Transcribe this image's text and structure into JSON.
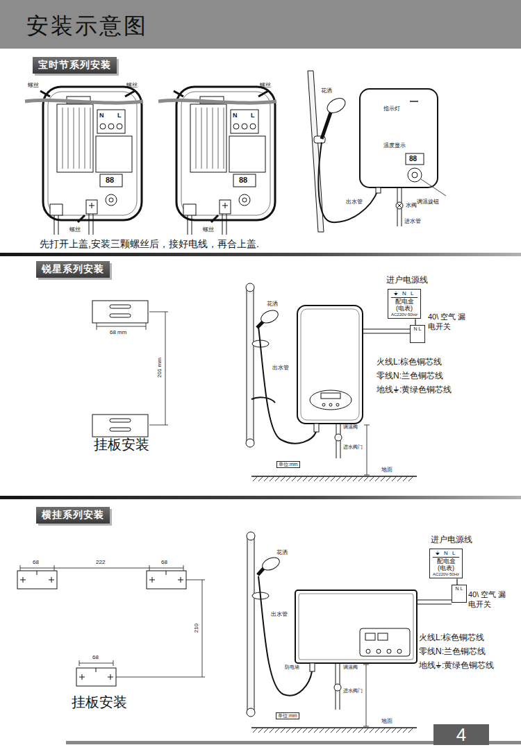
{
  "diagram": {
    "title": "安装示意图",
    "nodes": [
      {
        "text": [
          "宝时节系列安装"
        ]
      },
      {
        "text": [
          "锐星系列安装"
        ]
      },
      {
        "text": [
          "⏚ N L",
          "配电盒",
          "(电表)",
          "AC220V-50Hz"
        ]
      },
      {
        "text": [
          "N L"
        ]
      },
      {
        "text": [
          "横挂系列安装"
        ]
      },
      {
        "text": [
          "⏚ N L",
          "配电盒",
          "(电表)",
          "AC220V-50Hz"
        ]
      },
      {
        "text": [
          "N L"
        ]
      },
      {
        "text": [
          "4"
        ]
      }
    ],
    "edges": [
      {
        "from": 2,
        "to": 3,
        "arrow": "none"
      },
      {
        "from": 5,
        "to": 6,
        "arrow": "none"
      }
    ],
    "labels": [
      "螺丝",
      "螺丝",
      "N",
      "L",
      "88",
      "螺丝",
      "螺丝",
      "N",
      "L",
      "88",
      "螺丝",
      "花洒",
      "指示灯",
      "温度显示",
      "88",
      "调温旋钮",
      "出水管",
      "水阀",
      "进水管",
      "先打开上盖,安装三颗螺丝后，接好电线，再合上盖.",
      "68 mm",
      "201 mm",
      "挂板安装",
      "进户电源线",
      "40\\ 空气 漏电开关",
      "花洒",
      "出水管",
      "调温阀",
      "进水阀门",
      "火线L:棕色铜芯线",
      "零线N:兰色铜芯线",
      "地线⏚:黄绿色铜芯线",
      "单位:mm",
      "地面",
      "68",
      "222",
      "68",
      "210",
      "68",
      "挂板安装",
      "花洒",
      "出水管",
      "进户电源线",
      "40\\ 空气 漏电开关",
      "火线L:棕色铜芯线",
      "零线N:兰色铜芯线",
      "地线⏚:黄绿色铜芯线",
      "防电墙",
      "调温阀",
      "进水阀门",
      "单位:mm",
      "地面"
    ]
  }
}
